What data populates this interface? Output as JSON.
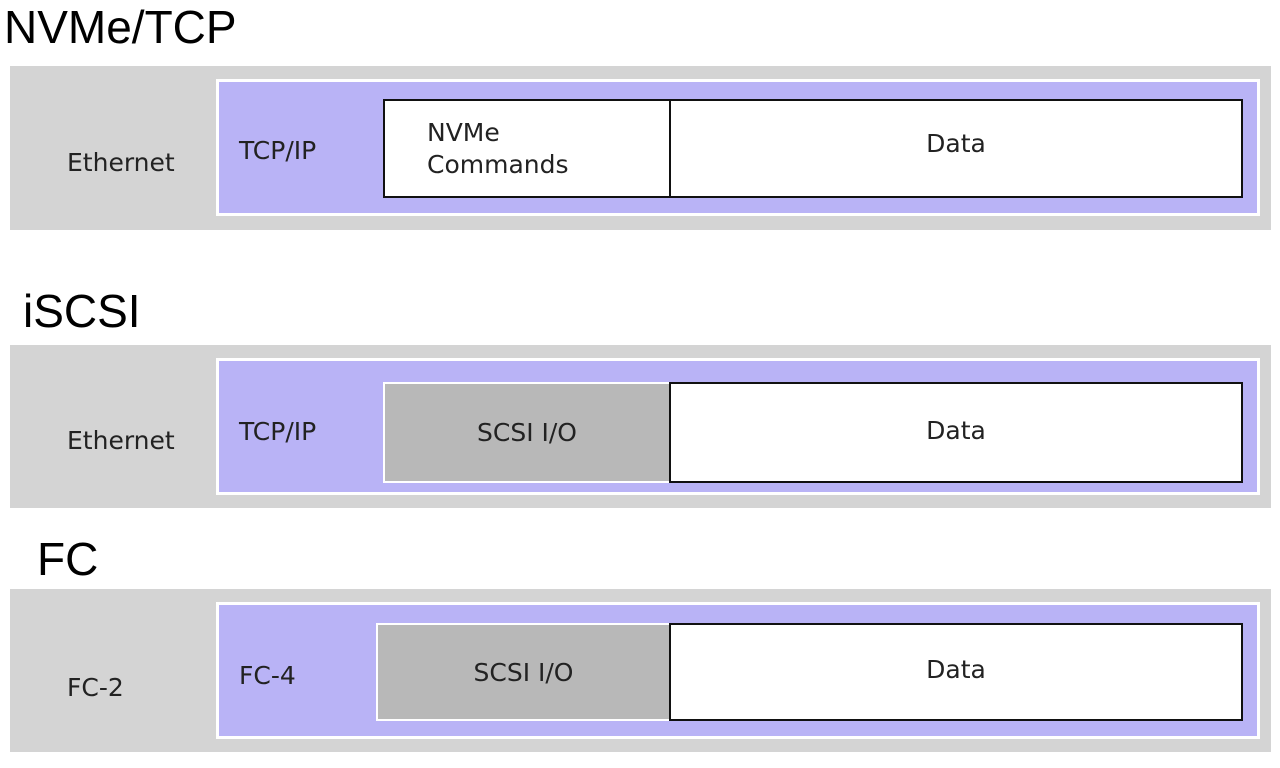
{
  "colors": {
    "outer_band": "#d4d4d4",
    "protocol_band": "#b9b3f6",
    "io_cell_gray": "#b8b8b8",
    "data_cell": "#ffffff"
  },
  "sections": [
    {
      "title": "NVMe/TCP",
      "outer_label": "Ethernet",
      "protocol_label": "TCP/IP",
      "command_cell": [
        "NVMe",
        "Commands"
      ],
      "data_cell": "Data"
    },
    {
      "title": "iSCSI",
      "outer_label": "Ethernet",
      "protocol_label": "TCP/IP",
      "command_cell": "SCSI I/O",
      "data_cell": "Data"
    },
    {
      "title": "FC",
      "outer_label": "FC-2",
      "protocol_label": "FC-4",
      "command_cell": "SCSI I/O",
      "data_cell": "Data"
    }
  ]
}
